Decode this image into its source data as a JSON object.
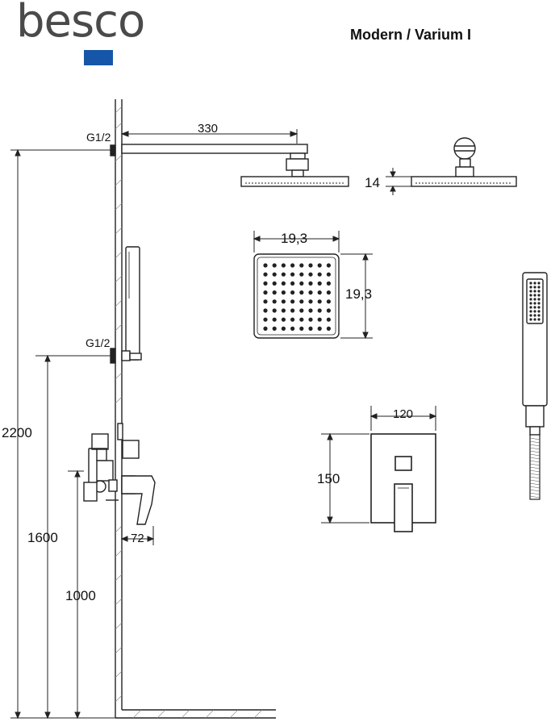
{
  "brand": {
    "name": "besco",
    "logo_text_color": "#4a4a4a",
    "logo_accent_color": "#1656a8"
  },
  "header": {
    "title": "Modern / Varium I"
  },
  "dimensions": {
    "arm_length": "330",
    "head_thickness": "14",
    "head_width": "19,3",
    "head_depth": "19,3",
    "height_overhead": "2200",
    "height_handshower": "1600",
    "height_mixer": "1000",
    "mixer_projection": "72",
    "plate_width": "120",
    "plate_height": "150",
    "thread_top": "G1/2",
    "thread_bottom": "G1/2"
  }
}
